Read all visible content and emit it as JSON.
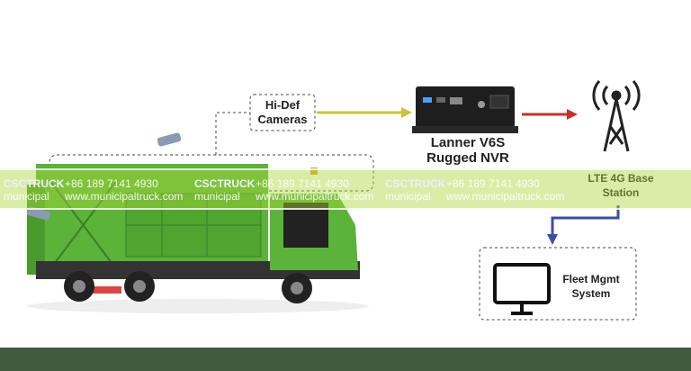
{
  "diagram": {
    "cameras_label": "Hi-Def Cameras",
    "nvr_label_line1": "Lanner V6S",
    "nvr_label_line2": "Rugged NVR",
    "station_label_line1": "LTE 4G Base",
    "station_label_line2": "Station",
    "fleet_label_line1": "Fleet Mgmt",
    "fleet_label_line2": "System"
  },
  "colors": {
    "camera_arrow": "#c9c43a",
    "nvr_arrow": "#c8302c",
    "station_arrow": "#3b4fa0",
    "truck_body": "#5bb33a",
    "footer": "#3f5b40"
  },
  "watermark": {
    "brand": "CSCTRUCK",
    "brand_sub": "municipal",
    "phone": "+86 189 7141 4930",
    "url": "www.municipaltruck.com"
  }
}
